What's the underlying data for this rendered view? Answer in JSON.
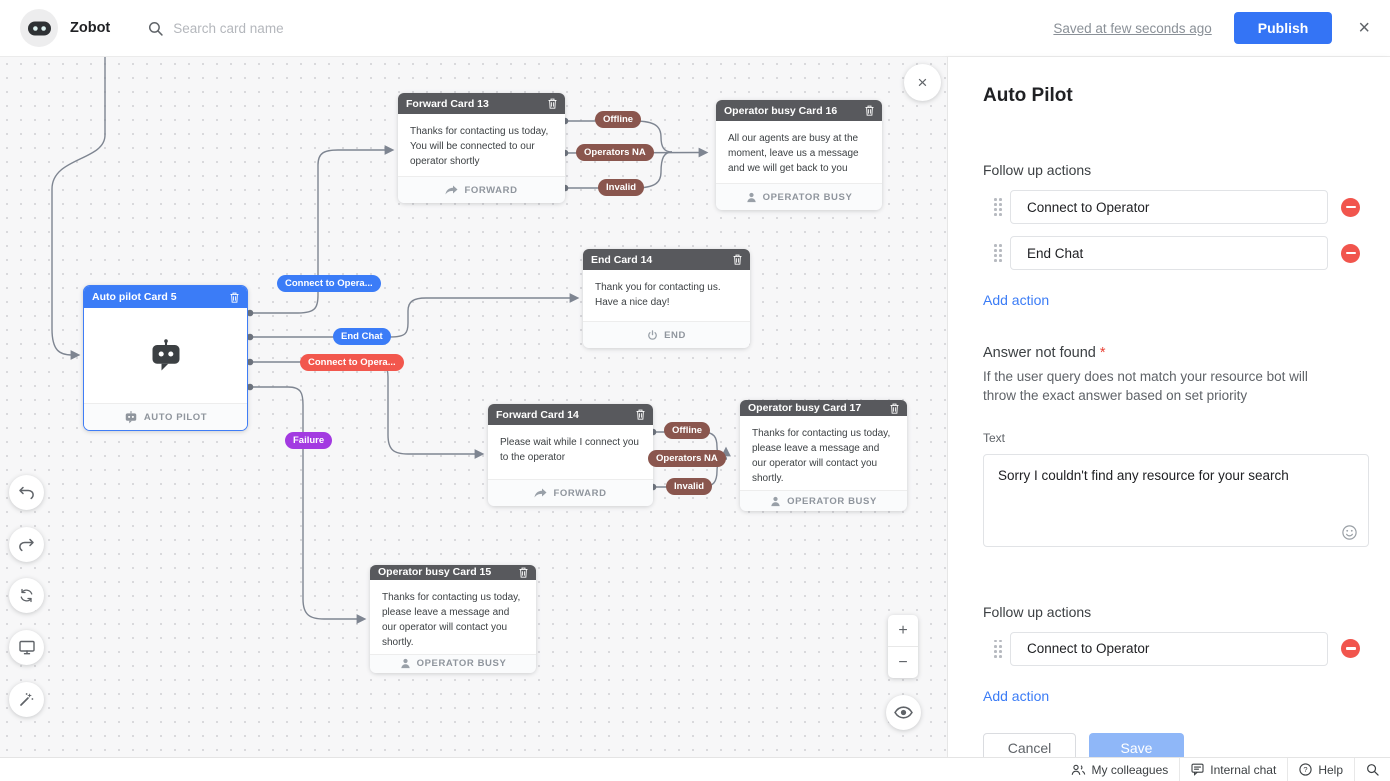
{
  "header": {
    "app_name": "Zobot",
    "search_placeholder": "Search card name",
    "saved_status": "Saved at few seconds ago",
    "publish_label": "Publish",
    "close_glyph": "×"
  },
  "canvas": {
    "cards": {
      "forward13": {
        "title": "Forward Card 13",
        "message": "Thanks for contacting us today, You will be connected to our operator shortly",
        "type_label": "FORWARD"
      },
      "operatorBusy16": {
        "title": "Operator busy Card 16",
        "message": "All our agents are busy at the moment, leave us a message and we will get back to you",
        "type_label": "OPERATOR BUSY"
      },
      "endCard14": {
        "title": "End Card 14",
        "message": "Thank you for contacting us. Have a nice day!",
        "type_label": "END"
      },
      "autoPilot5": {
        "title": "Auto pilot Card 5",
        "type_label": "AUTO PILOT"
      },
      "forward14": {
        "title": "Forward Card 14",
        "message": "Please wait while I connect you to the operator",
        "type_label": "FORWARD"
      },
      "operatorBusy17": {
        "title": "Operator busy Card 17",
        "message": "Thanks for contacting us today, please leave a message and our operator will contact you shortly.",
        "type_label": "OPERATOR BUSY"
      },
      "operatorBusy15": {
        "title": "Operator busy Card 15",
        "message": "Thanks for contacting us today, please leave a message and our operator will contact you shortly.",
        "type_label": "OPERATOR BUSY"
      }
    },
    "labels": {
      "offline1": "Offline",
      "operatorsNa1": "Operators NA",
      "invalid1": "Invalid",
      "connectBlue": "Connect to Opera...",
      "endChat": "End Chat",
      "connectRed": "Connect to Opera...",
      "failure": "Failure",
      "offline2": "Offline",
      "operatorsNa2": "Operators NA",
      "invalid2": "Invalid"
    },
    "zoom_in_glyph": "+",
    "zoom_out_glyph": "−",
    "close_glyph": "×"
  },
  "panel": {
    "title": "Auto Pilot",
    "followup1": {
      "label": "Follow up actions",
      "actions": [
        "Connect to Operator",
        "End Chat"
      ],
      "add_label": "Add action"
    },
    "answer_not_found": {
      "label": "Answer not found",
      "required_mark": "*",
      "description": "If the user query does not match your resource bot will throw the exact answer based on set priority",
      "text_label": "Text",
      "text_value": "Sorry I couldn't find any resource for your search"
    },
    "followup2": {
      "label": "Follow up actions",
      "actions": [
        "Connect to Operator"
      ],
      "add_label": "Add action"
    },
    "cancel_label": "Cancel",
    "save_label": "Save"
  },
  "statusbar": {
    "items": [
      {
        "icon": "colleagues-icon",
        "label": "My colleagues"
      },
      {
        "icon": "internal-chat-icon",
        "label": "Internal chat"
      },
      {
        "icon": "help-icon",
        "label": "Help"
      }
    ]
  },
  "colors": {
    "accent_blue": "#3b7cf7",
    "publish_blue": "#3474f5",
    "pill_maroon": "#8a564e",
    "pill_blue": "#3b7cf7",
    "pill_red": "#f2574d",
    "pill_purple": "#a33ae1",
    "remove_red": "#f1554d",
    "save_disabled": "#8fb7f8",
    "link_blue": "#3b7cf6",
    "required_red": "#e94235",
    "connector_gray": "#7e8591"
  }
}
